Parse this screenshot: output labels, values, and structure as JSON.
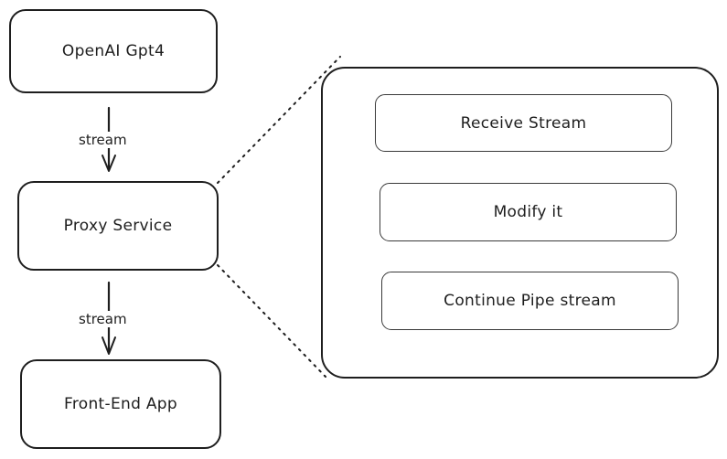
{
  "nodes": {
    "openai": "OpenAI Gpt4",
    "proxy": "Proxy Service",
    "frontend": "Front-End App"
  },
  "edges": {
    "openai_to_proxy": "stream",
    "proxy_to_frontend": "stream"
  },
  "detail_steps": {
    "receive": "Receive Stream",
    "modify": "Modify it",
    "continue": "Continue Pipe stream"
  }
}
